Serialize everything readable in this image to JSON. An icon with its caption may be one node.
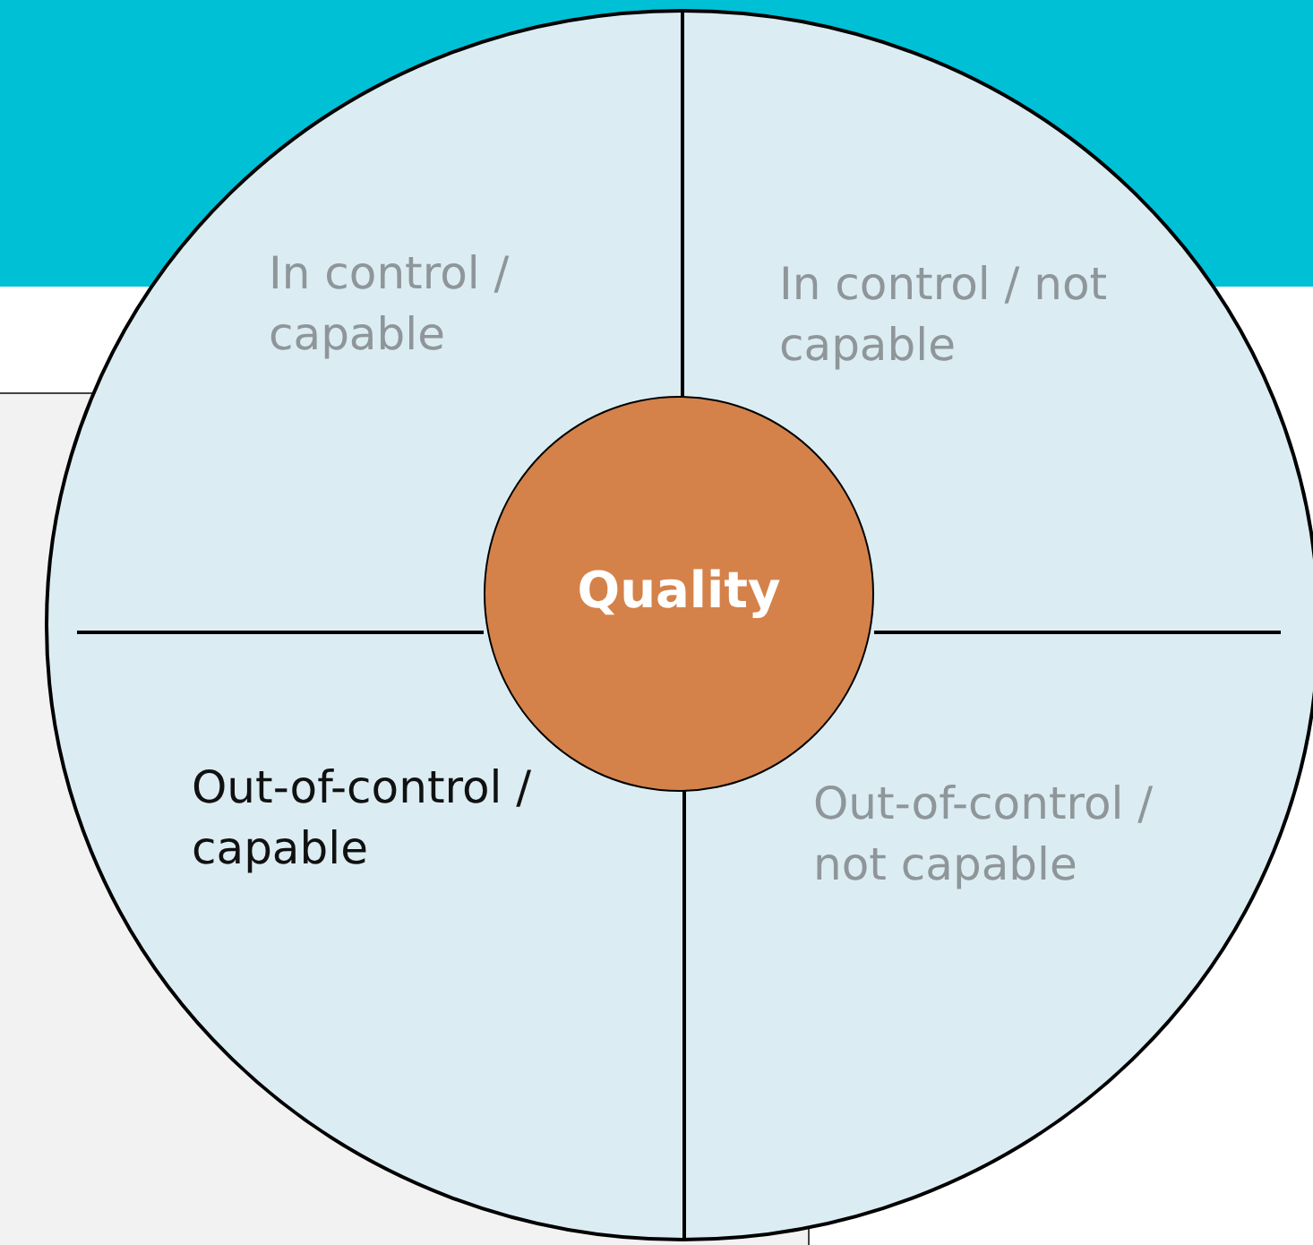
{
  "diagram": {
    "nodes": [
      {
        "text": [
          "In control / capable"
        ]
      },
      {
        "text": [
          "In control / not capable"
        ]
      },
      {
        "text": [
          "Quality"
        ]
      },
      {
        "text": [
          "Out-of-control / capable"
        ]
      },
      {
        "text": [
          "Out-of-control / not capable"
        ]
      }
    ]
  }
}
